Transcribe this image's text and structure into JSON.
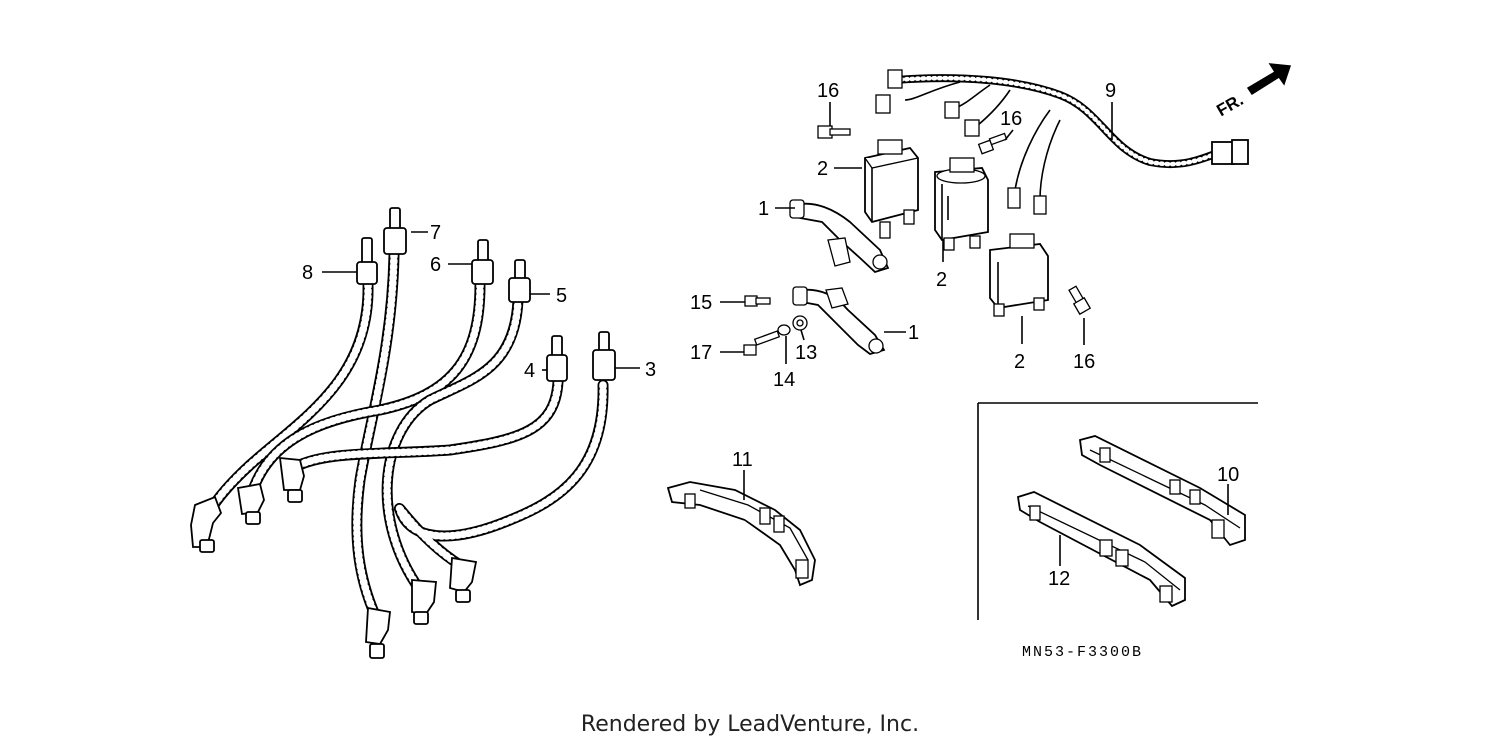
{
  "callouts": {
    "c1a": "1",
    "c1b": "1",
    "c2a": "2",
    "c2b": "2",
    "c2c": "2",
    "c3": "3",
    "c4": "4",
    "c5": "5",
    "c6": "6",
    "c7": "7",
    "c8": "8",
    "c9": "9",
    "c10": "10",
    "c11": "11",
    "c12": "12",
    "c13": "13",
    "c14": "14",
    "c15": "15",
    "c16a": "16",
    "c16b": "16",
    "c16c": "16",
    "c17": "17"
  },
  "direction_label": "FR.",
  "diagram_code": "MN53-F3300B",
  "footer": "Rendered by LeadVenture, Inc.",
  "icons": {
    "front_direction": "front-arrow-icon"
  }
}
